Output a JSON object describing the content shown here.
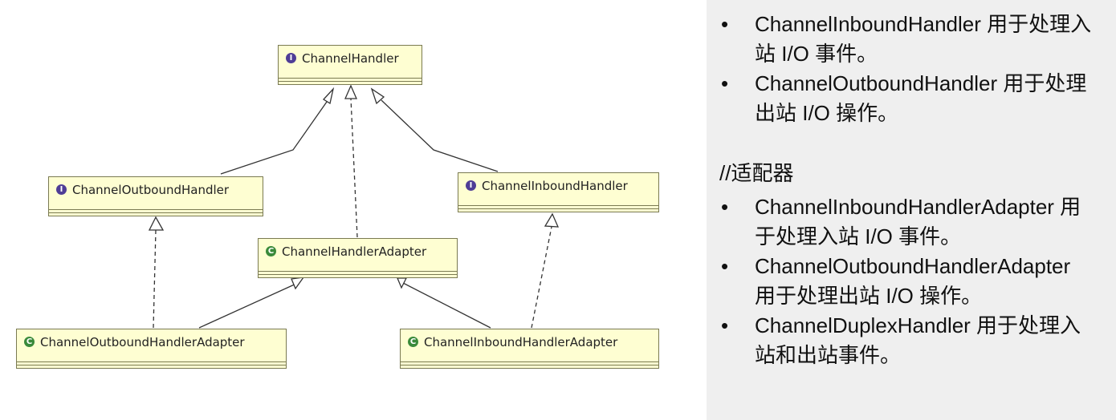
{
  "diagram": {
    "boxes": [
      {
        "id": "channel-handler",
        "kind": "interface",
        "badge": "I",
        "name": "ChannelHandler"
      },
      {
        "id": "channel-outbound-handler",
        "kind": "interface",
        "badge": "I",
        "name": "ChannelOutboundHandler"
      },
      {
        "id": "channel-inbound-handler",
        "kind": "interface",
        "badge": "I",
        "name": "ChannelInboundHandler"
      },
      {
        "id": "channel-handler-adapter",
        "kind": "class",
        "badge": "C",
        "name": "ChannelHandlerAdapter"
      },
      {
        "id": "channel-outbound-handler-adapter",
        "kind": "class",
        "badge": "C",
        "name": "ChannelOutboundHandlerAdapter"
      },
      {
        "id": "channel-inbound-handler-adapter",
        "kind": "class",
        "badge": "C",
        "name": "ChannelInboundHandlerAdapter"
      }
    ],
    "colors": {
      "box_fill": "#fefed2",
      "box_border": "#7a7a52",
      "interface_badge": "#4f3d96",
      "class_badge": "#3a8a3a",
      "panel_bg": "#efefef"
    }
  },
  "panel": {
    "bullet_symbol": "•",
    "top_items": [
      "ChannelInboundHandler 用于处理入站 I/O 事件。",
      "ChannelOutboundHandler 用于处理出站 I/O 操作。"
    ],
    "section_heading": "//适配器",
    "adapter_items": [
      "ChannelInboundHandlerAdapter 用于处理入站 I/O 事件。",
      "ChannelOutboundHandlerAdapter 用于处理出站 I/O 操作。",
      "ChannelDuplexHandler 用于处理入站和出站事件。"
    ]
  }
}
